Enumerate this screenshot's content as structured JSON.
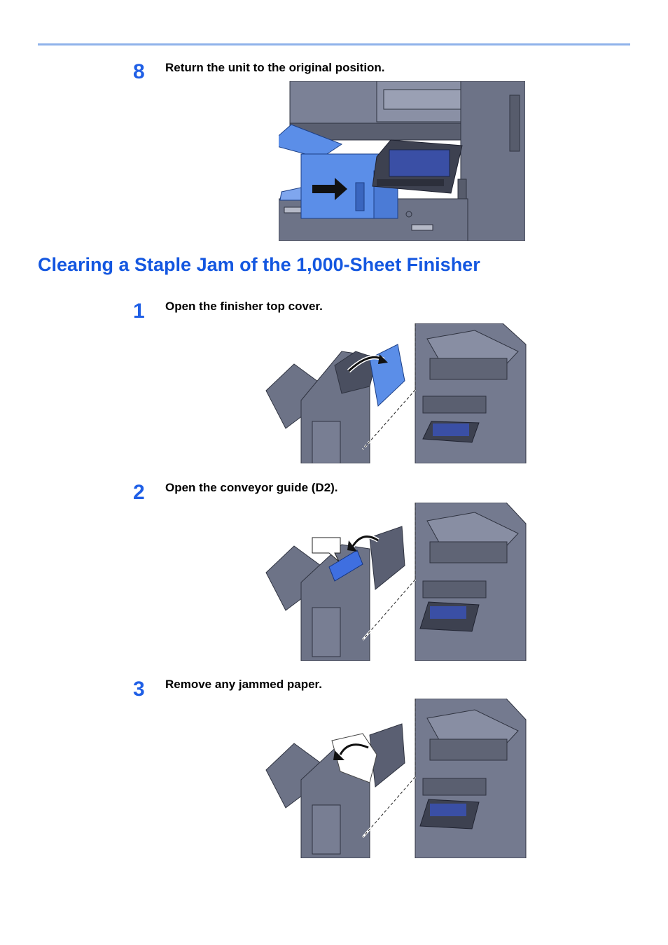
{
  "steps_top": [
    {
      "number": "8",
      "text": "Return the unit to the original position."
    }
  ],
  "section": {
    "title": "Clearing a Staple Jam of the 1,000-Sheet Finisher"
  },
  "steps": [
    {
      "number": "1",
      "text": "Open the finisher top cover."
    },
    {
      "number": "2",
      "text": "Open the conveyor guide (D2)."
    },
    {
      "number": "3",
      "text": "Remove any jammed paper."
    }
  ],
  "colors": {
    "accent": "#1f5fe6",
    "rule": "#8fb2ea",
    "machine": "#6d7387",
    "machine_dark": "#4a4f60",
    "highlight": "#5b8ee8"
  },
  "icons": [
    "arrow-right-icon",
    "curved-arrow-icon"
  ]
}
